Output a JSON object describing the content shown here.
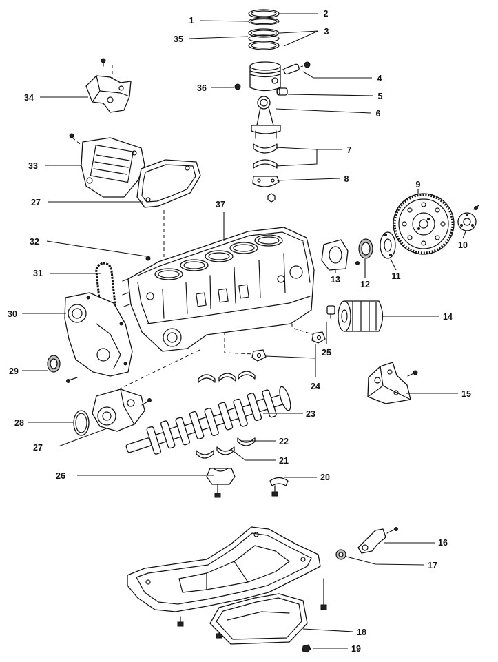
{
  "callouts": {
    "c1": "1",
    "c2": "2",
    "c3": "3",
    "c4": "4",
    "c5": "5",
    "c6": "6",
    "c7": "7",
    "c8": "8",
    "c9": "9",
    "c10": "10",
    "c11": "11",
    "c12": "12",
    "c13": "13",
    "c14": "14",
    "c15": "15",
    "c16": "16",
    "c17": "17",
    "c18": "18",
    "c19": "19",
    "c20": "20",
    "c21": "21",
    "c22": "22",
    "c23": "23",
    "c24": "24",
    "c25": "25",
    "c26": "26",
    "c27_pump": "27",
    "c27_gasket": "27",
    "c28": "28",
    "c29": "29",
    "c30": "30",
    "c31": "31",
    "c32": "32",
    "c33": "33",
    "c34": "34",
    "c35": "35",
    "c36": "36",
    "c37": "37"
  }
}
